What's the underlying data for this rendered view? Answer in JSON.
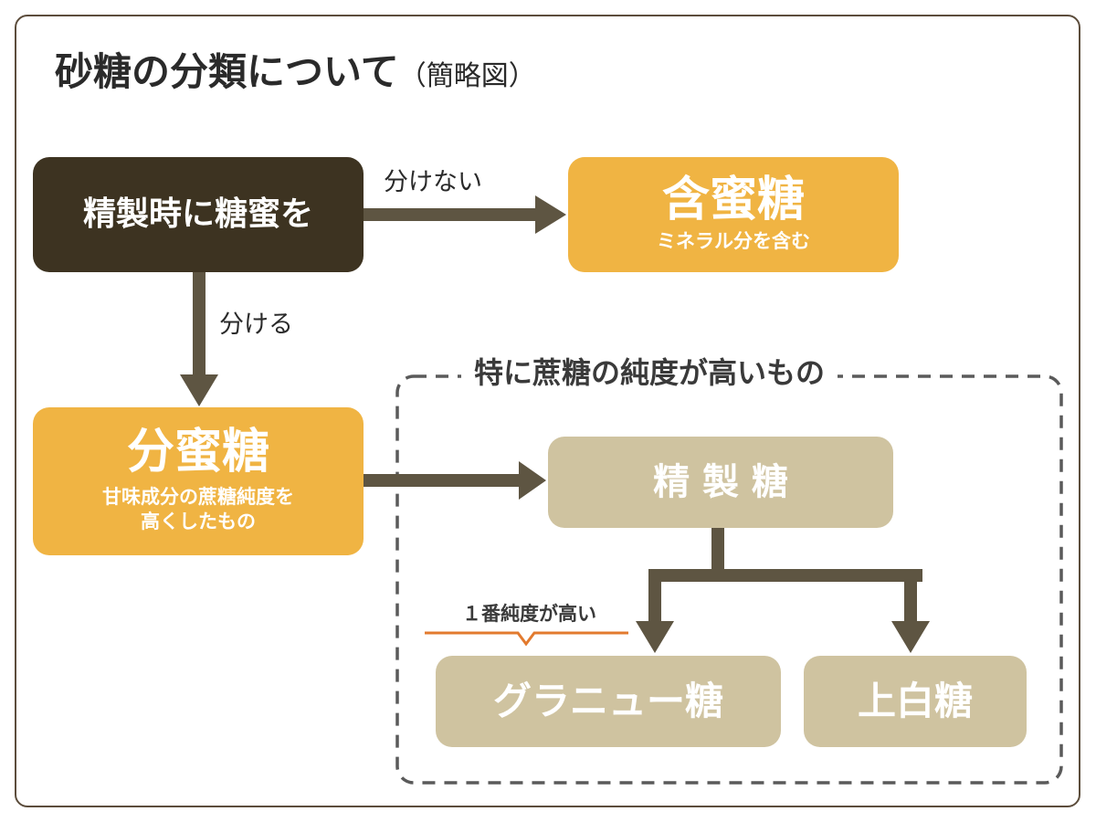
{
  "title": {
    "main": "砂糖の分類について",
    "sub": "（簡略図）"
  },
  "nodes": {
    "start": {
      "label": "精製時に糖蜜を"
    },
    "ganmitsu": {
      "label": "含蜜糖",
      "desc": "ミネラル分を含む"
    },
    "bunmitsu": {
      "label": "分蜜糖",
      "desc_line1": "甘味成分の蔗糖純度を",
      "desc_line2": "高くしたもの"
    },
    "seisei": {
      "label": "精 製 糖"
    },
    "granulated": {
      "label": "グラニュー糖"
    },
    "johakuto": {
      "label": "上白糖"
    }
  },
  "edges": {
    "no_separate": "分けない",
    "separate": "分ける"
  },
  "group": {
    "label": "特に蔗糖の純度が高いもの"
  },
  "note": {
    "text": "１番純度が高い"
  },
  "colors": {
    "dark_brown": "#3d3321",
    "orange": "#f0b443",
    "beige": "#cfc3a0",
    "arrow": "#5e5542",
    "dashed_border": "#5a5a5a",
    "accent_orange": "#e27a2e"
  }
}
